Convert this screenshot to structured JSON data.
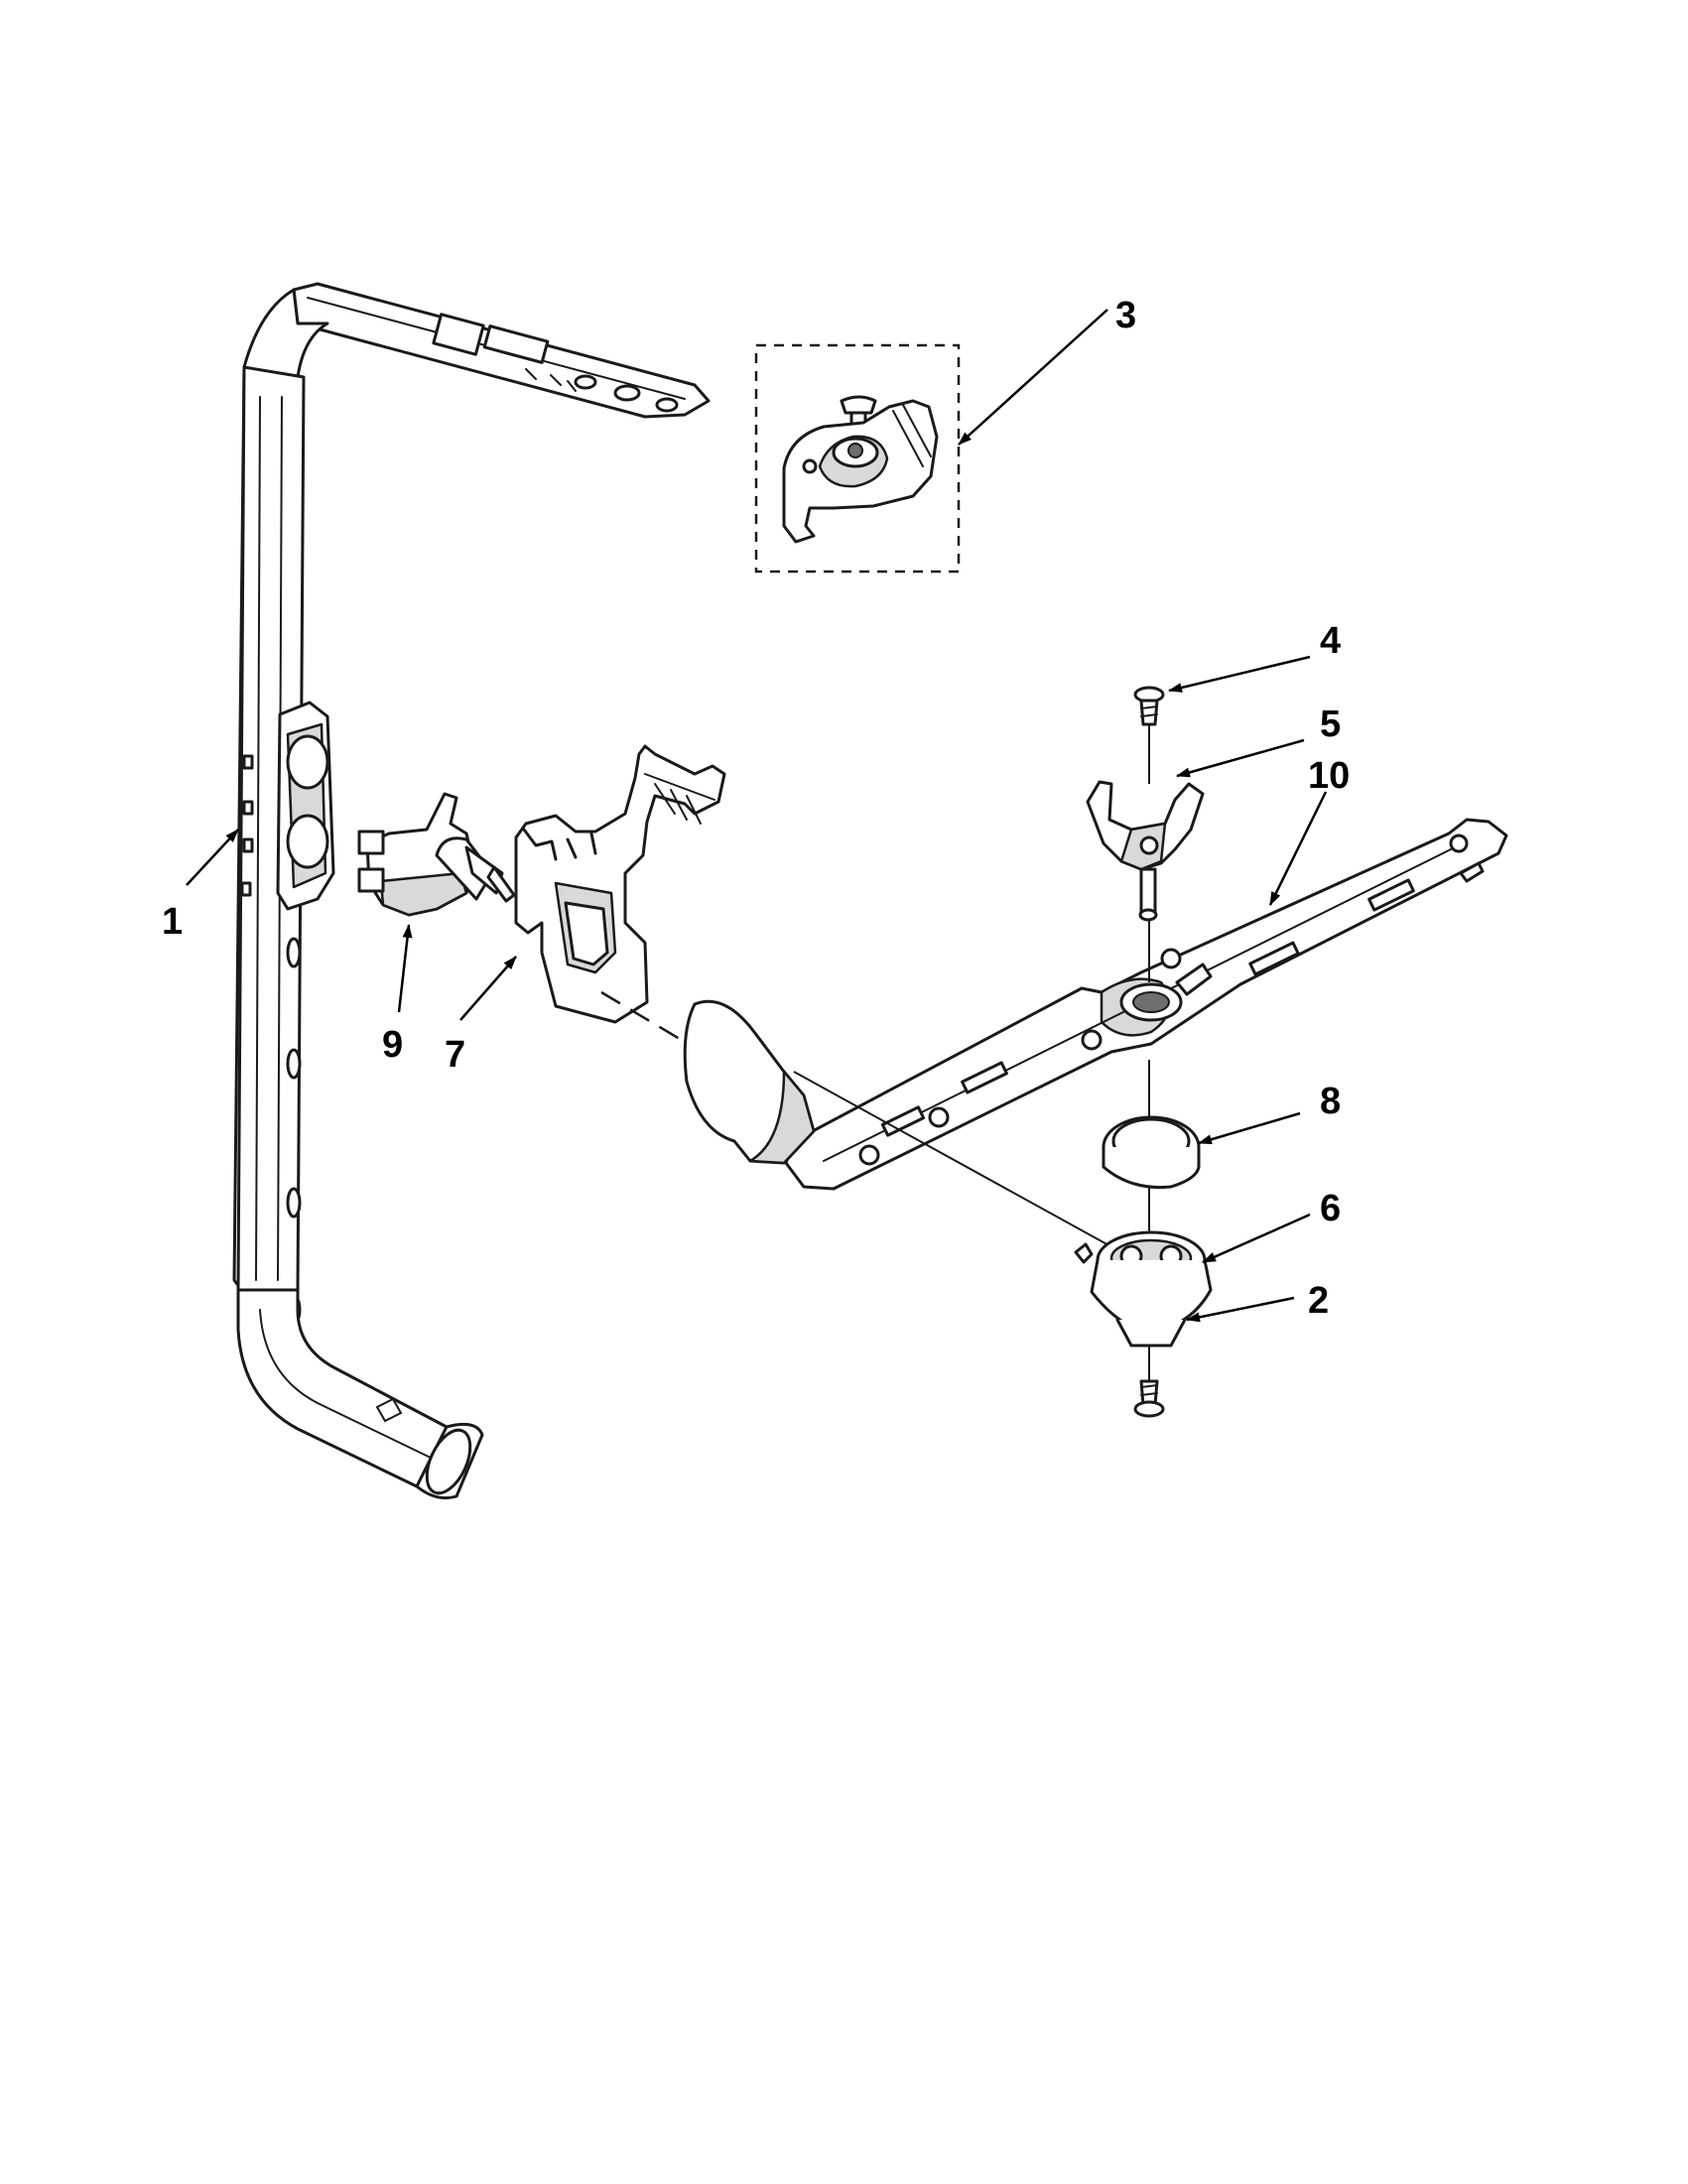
{
  "callouts": {
    "c1": "1",
    "c2": "2",
    "c3": "3",
    "c4": "4",
    "c5": "5",
    "c6": "6",
    "c7": "7",
    "c8": "8",
    "c9": "9",
    "c10": "10"
  },
  "colors": {
    "line": "#1a1a1a",
    "part_fill": "#ffffff",
    "shade_fill": "#d9d9d9",
    "background": "#ffffff"
  }
}
